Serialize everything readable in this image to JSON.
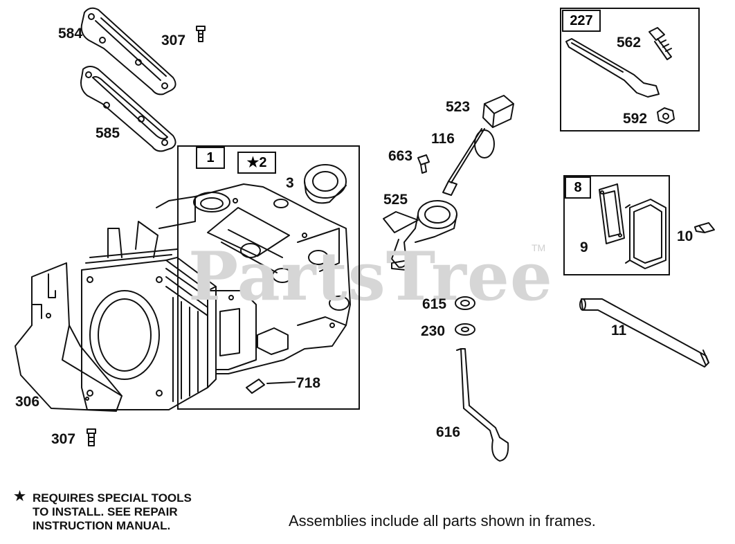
{
  "watermark": {
    "text": "PartsTree",
    "tm": "TM"
  },
  "frames": {
    "cylinder_frame_tag": "1",
    "cylinder_head_tag": "★2",
    "lever_frame_tag": "227",
    "valve_cover_frame_tag": "8"
  },
  "labels": {
    "p584": "584",
    "p307_top": "307",
    "p585": "585",
    "p3": "3",
    "p718": "718",
    "p306": "306",
    "p307_bottom": "307",
    "p523": "523",
    "p116": "116",
    "p663": "663",
    "p525": "525",
    "p615": "615",
    "p230": "230",
    "p616": "616",
    "p562": "562",
    "p592": "592",
    "p9": "9",
    "p10": "10",
    "p11": "11"
  },
  "notes": {
    "special_tools_star": "★",
    "special_tools_line1": "REQUIRES SPECIAL TOOLS",
    "special_tools_line2": "TO INSTALL.  SEE REPAIR",
    "special_tools_line3": "INSTRUCTION MANUAL.",
    "assemblies": "Assemblies include all parts shown in frames."
  }
}
